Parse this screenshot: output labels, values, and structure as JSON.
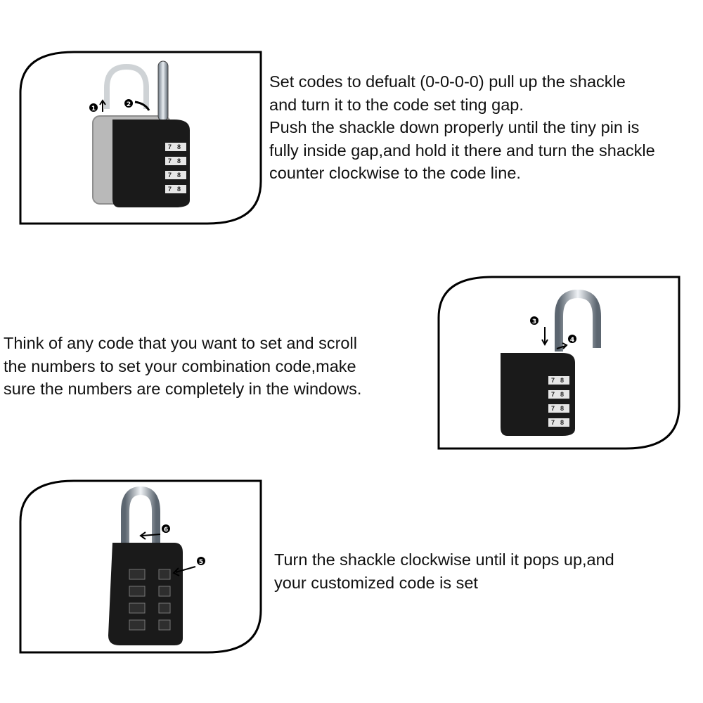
{
  "step1": {
    "lines": [
      "Set codes to defualt (0-0-0-0) pull up the shackle",
      "and turn it to the code set ting gap.",
      "Push the shackle down properly until the tiny pin is",
      "fully inside gap,and hold it there and turn the shackle",
      "counter clockwise to the code line."
    ],
    "markers": [
      "1",
      "2"
    ],
    "dial_digits": [
      "7",
      "8"
    ]
  },
  "step2": {
    "lines": [
      "Think of any code that you want to set and scroll",
      "the numbers to set your combination code,make",
      "sure the numbers are completely in the windows."
    ],
    "markers": [
      "3",
      "4"
    ],
    "dial_digits": [
      "7",
      "8"
    ]
  },
  "step3": {
    "lines": [
      "Turn the shackle clockwise until it pops up,and",
      "your customized code is set"
    ],
    "markers": [
      "6",
      "5"
    ]
  },
  "colors": {
    "border": "#000000",
    "lock_body": "#1a1a1a",
    "shackle": "#9aa3ad",
    "ghost_lock": "#b8b8b8",
    "text": "#111111"
  },
  "icons": [
    "padlock-closed-icon",
    "padlock-open-icon",
    "padlock-locked-icon",
    "arrow-icon"
  ]
}
